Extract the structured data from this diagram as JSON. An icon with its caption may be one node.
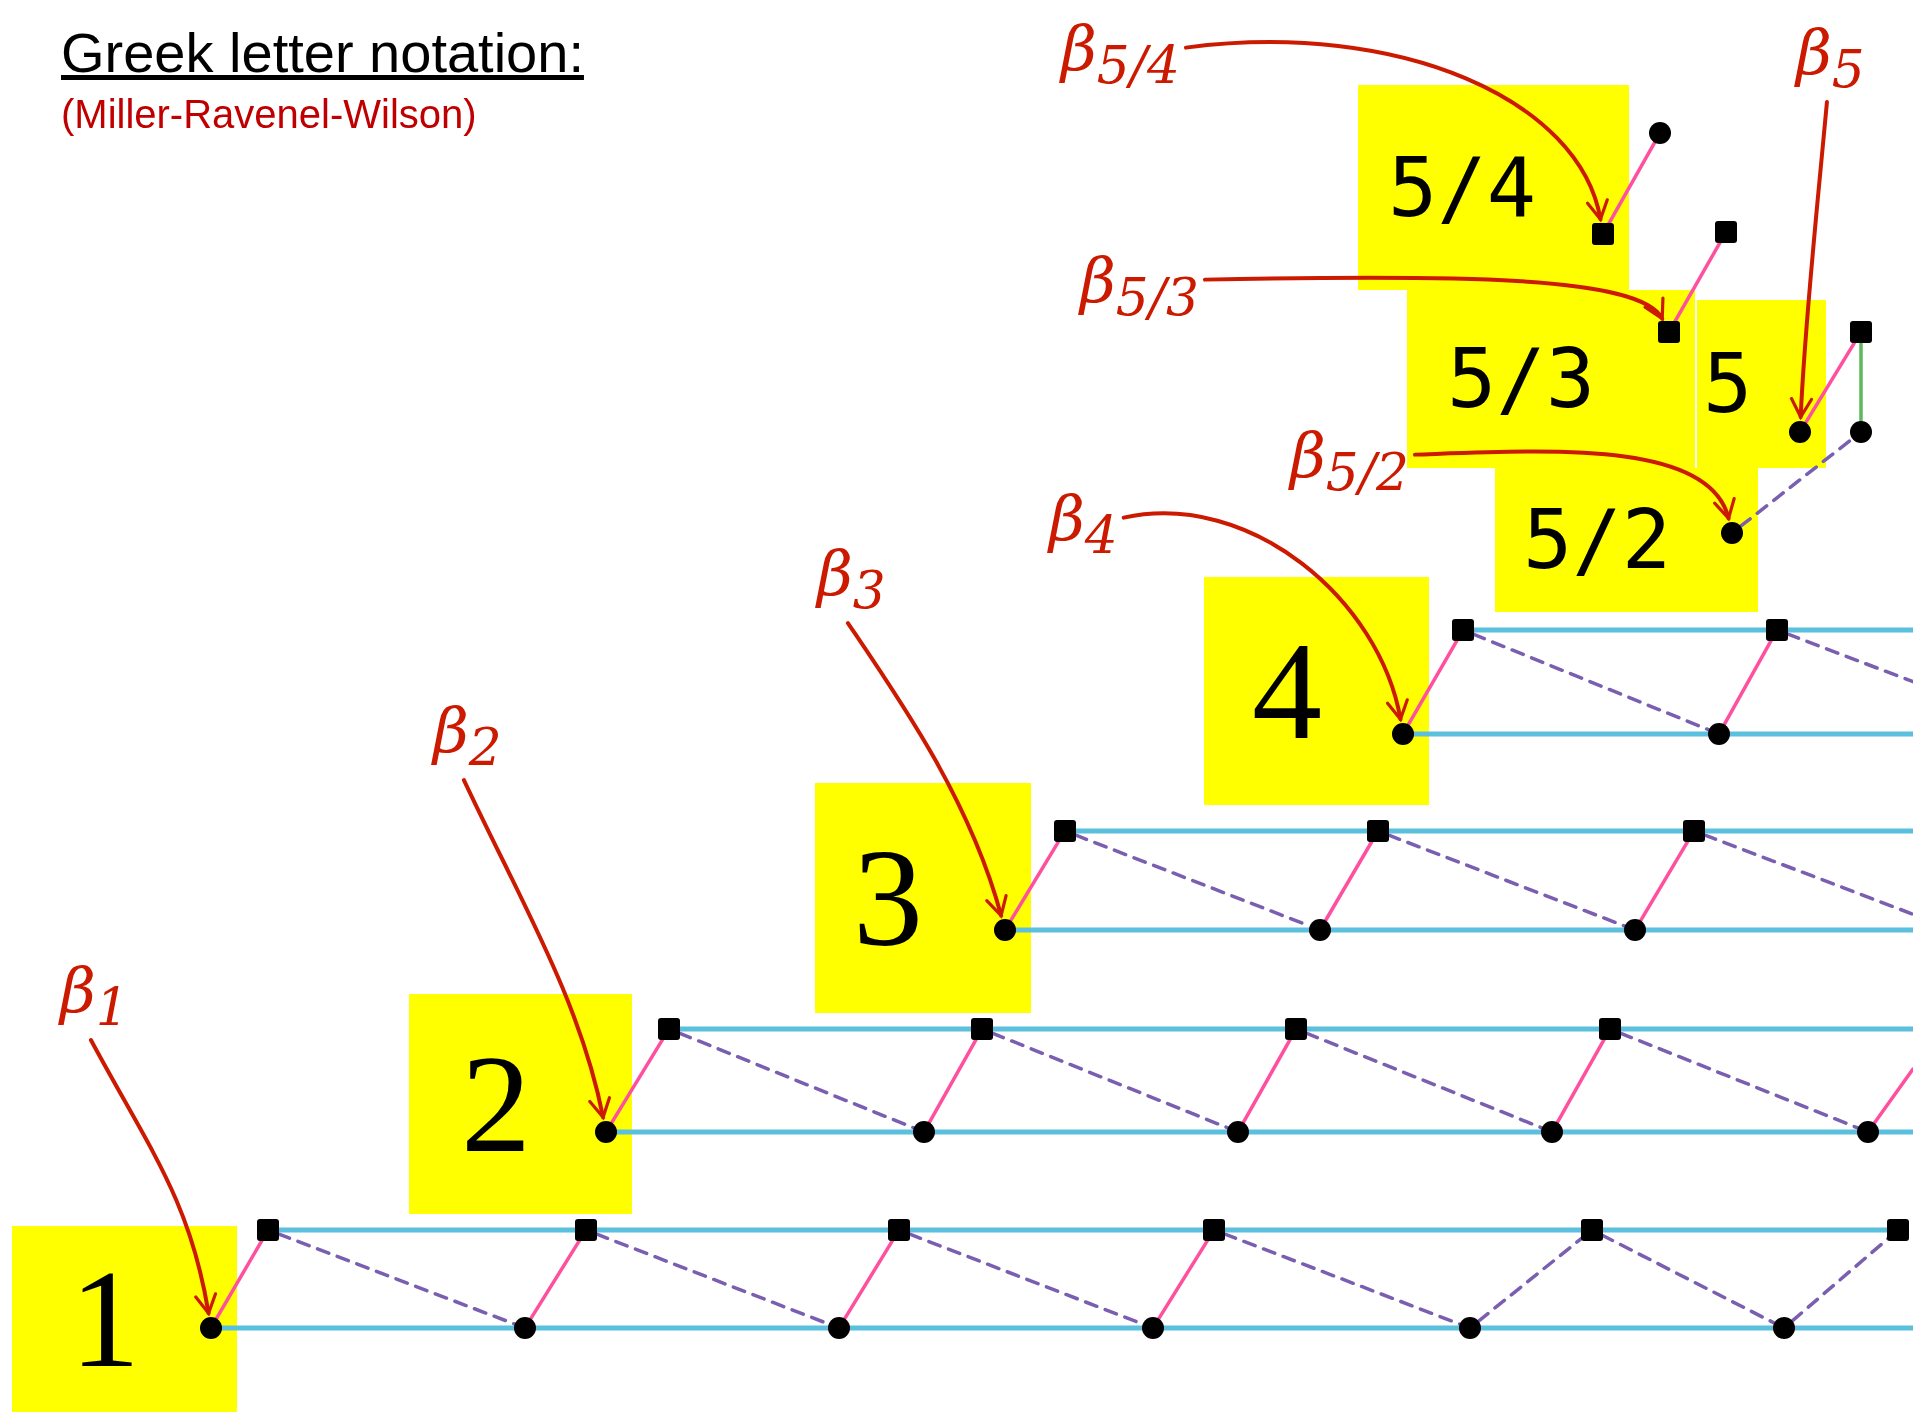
{
  "diagram": {
    "title": "Greek letter notation:",
    "nodes": [
      {
        "text": [
          "β$_{5/4}$"
        ]
      },
      {
        "text": [
          "β$_{5}$"
        ]
      },
      {
        "text": [
          "β$_{5/3}$"
        ]
      },
      {
        "text": [
          "β$_{5/2}$"
        ]
      },
      {
        "text": [
          "β$_{4}$"
        ]
      },
      {
        "text": [
          "β$_{3}$"
        ]
      },
      {
        "text": [
          "β$_{2}$"
        ]
      },
      {
        "text": [
          "β$_{1}$"
        ]
      },
      {
        "text": [
          "5/4"
        ]
      },
      {
        "text": [
          "5/3"
        ]
      },
      {
        "text": [
          "5"
        ]
      },
      {
        "text": [
          "5/2"
        ]
      },
      {
        "text": [
          "4"
        ]
      },
      {
        "text": [
          "3"
        ]
      },
      {
        "text": [
          "2"
        ]
      },
      {
        "text": [
          "1"
        ]
      },
      {
        "text": [],
        "shape": "circle"
      },
      {
        "text": [],
        "shape": "box",
        "in": 8
      },
      {
        "text": [],
        "shape": "box"
      },
      {
        "text": [],
        "shape": "box",
        "in": 9
      },
      {
        "text": [],
        "shape": "box"
      },
      {
        "text": [],
        "shape": "circle",
        "in": 10
      },
      {
        "text": [],
        "shape": "circle"
      },
      {
        "text": [],
        "shape": "circle",
        "in": 11
      },
      {
        "text": [],
        "shape": "box"
      },
      {
        "text": [],
        "shape": "box"
      },
      {
        "text": [],
        "shape": "circle",
        "in": 12
      },
      {
        "text": [],
        "shape": "circle"
      },
      {
        "text": [],
        "shape": "box"
      },
      {
        "text": [],
        "shape": "box"
      },
      {
        "text": [],
        "shape": "box"
      },
      {
        "text": [],
        "shape": "circle",
        "in": 13
      },
      {
        "text": [],
        "shape": "circle"
      },
      {
        "text": [],
        "shape": "circle"
      },
      {
        "text": [],
        "shape": "box"
      },
      {
        "text": [],
        "shape": "box"
      },
      {
        "text": [],
        "shape": "box"
      },
      {
        "text": [],
        "shape": "box"
      },
      {
        "text": [],
        "shape": "circle",
        "in": 14
      },
      {
        "text": [],
        "shape": "circle"
      },
      {
        "text": [],
        "shape": "circle"
      },
      {
        "text": [],
        "shape": "circle"
      },
      {
        "text": [],
        "shape": "circle"
      },
      {
        "text": [],
        "shape": "box"
      },
      {
        "text": [],
        "shape": "box"
      },
      {
        "text": [],
        "shape": "box"
      },
      {
        "text": [],
        "shape": "box"
      },
      {
        "text": [],
        "shape": "box"
      },
      {
        "text": [],
        "shape": "box"
      },
      {
        "text": [],
        "shape": "circle",
        "in": 15
      },
      {
        "text": [],
        "shape": "circle"
      },
      {
        "text": [],
        "shape": "circle"
      },
      {
        "text": [],
        "shape": "circle"
      },
      {
        "text": [],
        "shape": "circle"
      },
      {
        "text": [],
        "shape": "circle"
      }
    ],
    "edges": [
      {
        "from": 0,
        "to": 17,
        "arrow": "to",
        "color": "#cc1a00"
      },
      {
        "from": 1,
        "to": 21,
        "arrow": "to",
        "color": "#cc1a00"
      },
      {
        "from": 2,
        "to": 19,
        "arrow": "to",
        "color": "#cc1a00"
      },
      {
        "from": 3,
        "to": 23,
        "arrow": "to",
        "color": "#cc1a00"
      },
      {
        "from": 4,
        "to": 26,
        "arrow": "to",
        "color": "#cc1a00"
      },
      {
        "from": 5,
        "to": 31,
        "arrow": "to",
        "color": "#cc1a00"
      },
      {
        "from": 6,
        "to": 38,
        "arrow": "to",
        "color": "#cc1a00"
      },
      {
        "from": 7,
        "to": 49,
        "arrow": "to",
        "color": "#cc1a00"
      },
      {
        "from": 17,
        "to": 16,
        "arrow": "none",
        "color": "#ff4f9f"
      },
      {
        "from": 19,
        "to": 18,
        "arrow": "none",
        "color": "#ff4f9f"
      },
      {
        "from": 21,
        "to": 20,
        "arrow": "none",
        "color": "#ff4f9f"
      },
      {
        "from": 20,
        "to": 22,
        "arrow": "none",
        "color": "#5cb85c"
      },
      {
        "from": 23,
        "to": 22,
        "arrow": "none",
        "style": "dashed",
        "color": "#7a5fb0"
      },
      {
        "from": 26,
        "to": 24,
        "arrow": "none",
        "color": "#ff4f9f"
      },
      {
        "from": 27,
        "to": 25,
        "arrow": "none",
        "color": "#ff4f9f"
      },
      {
        "from": 24,
        "to": 27,
        "arrow": "none",
        "style": "dashed",
        "color": "#7a5fb0"
      },
      {
        "from": 25,
        "to": null,
        "arrow": "none",
        "style": "dashed",
        "color": "#7a5fb0"
      },
      {
        "from": 24,
        "to": 25,
        "arrow": "none"
      },
      {
        "from": 25,
        "to": null,
        "arrow": "none"
      },
      {
        "from": 26,
        "to": 27,
        "arrow": "none"
      },
      {
        "from": 27,
        "to": null,
        "arrow": "none"
      },
      {
        "from": 31,
        "to": 28,
        "arrow": "none",
        "color": "#ff4f9f"
      },
      {
        "from": 32,
        "to": 29,
        "arrow": "none",
        "color": "#ff4f9f"
      },
      {
        "from": 33,
        "to": 30,
        "arrow": "none",
        "color": "#ff4f9f"
      },
      {
        "from": 28,
        "to": 32,
        "arrow": "none",
        "style": "dashed",
        "color": "#7a5fb0"
      },
      {
        "from": 29,
        "to": 33,
        "arrow": "none",
        "style": "dashed",
        "color": "#7a5fb0"
      },
      {
        "from": 30,
        "to": null,
        "arrow": "none",
        "style": "dashed",
        "color": "#7a5fb0"
      },
      {
        "from": 28,
        "to": 29,
        "arrow": "none"
      },
      {
        "from": 29,
        "to": 30,
        "arrow": "none"
      },
      {
        "from": 30,
        "to": null,
        "arrow": "none"
      },
      {
        "from": 31,
        "to": 32,
        "arrow": "none"
      },
      {
        "from": 32,
        "to": 33,
        "arrow": "none"
      },
      {
        "from": 33,
        "to": null,
        "arrow": "none"
      },
      {
        "from": 38,
        "to": 34,
        "arrow": "none",
        "color": "#ff4f9f"
      },
      {
        "from": 39,
        "to": 35,
        "arrow": "none",
        "color": "#ff4f9f"
      },
      {
        "from": 40,
        "to": 36,
        "arrow": "none",
        "color": "#ff4f9f"
      },
      {
        "from": 41,
        "to": 37,
        "arrow": "none",
        "color": "#ff4f9f"
      },
      {
        "from": 42,
        "to": null,
        "arrow": "none",
        "color": "#ff4f9f"
      },
      {
        "from": 34,
        "to": 39,
        "arrow": "none",
        "style": "dashed",
        "color": "#7a5fb0"
      },
      {
        "from": 35,
        "to": 40,
        "arrow": "none",
        "style": "dashed",
        "color": "#7a5fb0"
      },
      {
        "from": 36,
        "to": 41,
        "arrow": "none",
        "style": "dashed",
        "color": "#7a5fb0"
      },
      {
        "from": 37,
        "to": 42,
        "arrow": "none",
        "style": "dashed",
        "color": "#7a5fb0"
      },
      {
        "from": 34,
        "to": 35,
        "arrow": "none"
      },
      {
        "from": 35,
        "to": 36,
        "arrow": "none"
      },
      {
        "from": 36,
        "to": 37,
        "arrow": "none"
      },
      {
        "from": 37,
        "to": null,
        "arrow": "none"
      },
      {
        "from": 38,
        "to": 39,
        "arrow": "none"
      },
      {
        "from": 39,
        "to": 40,
        "arrow": "none"
      },
      {
        "from": 40,
        "to": 41,
        "arrow": "none"
      },
      {
        "from": 41,
        "to": 42,
        "arrow": "none"
      },
      {
        "from": 42,
        "to": null,
        "arrow": "none"
      },
      {
        "from": 49,
        "to": 43,
        "arrow": "none",
        "color": "#ff4f9f"
      },
      {
        "from": 50,
        "to": 44,
        "arrow": "none",
        "color": "#ff4f9f"
      },
      {
        "from": 51,
        "to": 45,
        "arrow": "none",
        "color": "#ff4f9f"
      },
      {
        "from": 52,
        "to": 46,
        "arrow": "none",
        "color": "#ff4f9f"
      },
      {
        "from": 43,
        "to": 50,
        "arrow": "none",
        "style": "dashed",
        "color": "#7a5fb0"
      },
      {
        "from": 44,
        "to": 51,
        "arrow": "none",
        "style": "dashed",
        "color": "#7a5fb0"
      },
      {
        "from": 45,
        "to": 52,
        "arrow": "none",
        "style": "dashed",
        "color": "#7a5fb0"
      },
      {
        "from": 46,
        "to": 53,
        "arrow": "none",
        "style": "dashed",
        "color": "#7a5fb0"
      },
      {
        "from": 53,
        "to": 47,
        "arrow": "none",
        "style": "dashed",
        "color": "#7a5fb0"
      },
      {
        "from": 47,
        "to": 54,
        "arrow": "none",
        "style": "dashed",
        "color": "#7a5fb0"
      },
      {
        "from": 54,
        "to": 48,
        "arrow": "none",
        "style": "dashed",
        "color": "#7a5fb0"
      },
      {
        "from": 43,
        "to": 44,
        "arrow": "none"
      },
      {
        "from": 44,
        "to": 45,
        "arrow": "none"
      },
      {
        "from": 45,
        "to": 46,
        "arrow": "none"
      },
      {
        "from": 46,
        "to": 47,
        "arrow": "none"
      },
      {
        "from": 47,
        "to": 48,
        "arrow": "none"
      },
      {
        "from": 49,
        "to": 50,
        "arrow": "none"
      },
      {
        "from": 50,
        "to": 51,
        "arrow": "none"
      },
      {
        "from": 51,
        "to": 52,
        "arrow": "none"
      },
      {
        "from": 52,
        "to": 53,
        "arrow": "none"
      },
      {
        "from": 53,
        "to": 54,
        "arrow": "none"
      },
      {
        "from": 54,
        "to": null,
        "arrow": "none"
      }
    ],
    "labels": [
      "(Miller-Ravenel-Wilson)"
    ]
  }
}
